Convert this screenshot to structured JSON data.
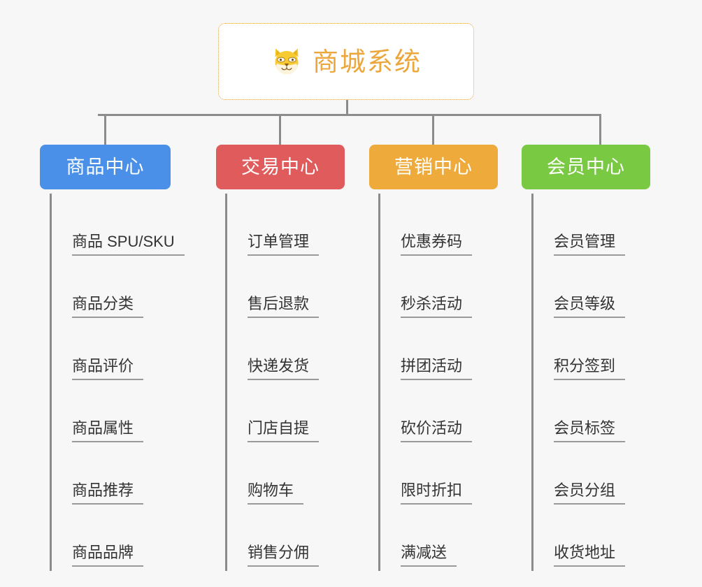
{
  "background_color": "#f7f7f7",
  "root": {
    "title": "商城系统",
    "icon": "shiba-dog-icon",
    "color": "#eba73c",
    "border_color": "#e8a33d",
    "background": "#ffffff"
  },
  "connector_color": "#8c8c8c",
  "columns": [
    {
      "id": "product-center",
      "label": "商品中心",
      "color": "#4a90e8",
      "items": [
        "商品 SPU/SKU",
        "商品分类",
        "商品评价",
        "商品属性",
        "商品推荐",
        "商品品牌"
      ]
    },
    {
      "id": "trade-center",
      "label": "交易中心",
      "color": "#e05c5c",
      "items": [
        "订单管理",
        "售后退款",
        "快递发货",
        "门店自提",
        "购物车",
        "销售分佣"
      ]
    },
    {
      "id": "marketing-center",
      "label": "营销中心",
      "color": "#eeab3c",
      "items": [
        "优惠券码",
        "秒杀活动",
        "拼团活动",
        "砍价活动",
        "限时折扣",
        "满减送"
      ]
    },
    {
      "id": "member-center",
      "label": "会员中心",
      "color": "#7ac943",
      "items": [
        "会员管理",
        "会员等级",
        "积分签到",
        "会员标签",
        "会员分组",
        "收货地址"
      ]
    }
  ]
}
